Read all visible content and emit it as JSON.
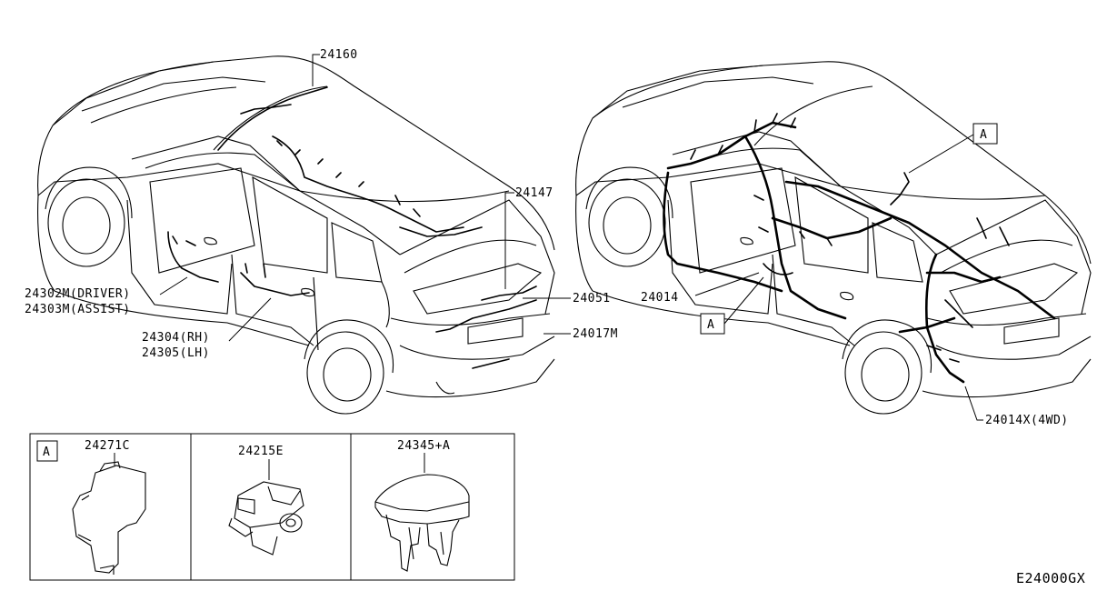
{
  "diagram_code": "E24000GX",
  "callouts": {
    "roof": "24160",
    "back_door": "24147",
    "front_door": "24302M(DRIVER)",
    "front_door_2": "24303M(ASSIST)",
    "rear_door": "24304(RH)",
    "rear_door_2": "24305(LH)",
    "tail": "24051",
    "bumper": "24017M",
    "body_main": "24014",
    "body_4wd": "24014X(4WD)"
  },
  "ref_marks": {
    "a1": "A",
    "a2": "A",
    "a_panel": "A"
  },
  "parts": {
    "p1": "24271C",
    "p2": "24215E",
    "p3": "24345+A"
  }
}
